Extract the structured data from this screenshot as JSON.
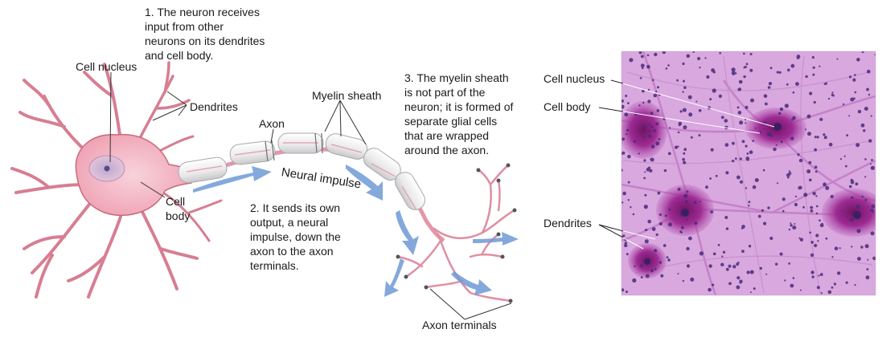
{
  "steps": {
    "step1": "1. The neuron receives\ninput from other\nneurons on its dendrites\nand cell body.",
    "step2": "2. It sends its own\noutput, a neural\nimpulse, down the\naxon to the axon\nterminals.",
    "step3": "3. The myelin sheath\nis not part of the\nneuron; it is formed of\nseparate glial cells\nthat are wrapped\naround the axon."
  },
  "labels": {
    "cell_nucleus": "Cell nucleus",
    "dendrites": "Dendrites",
    "cell_body": "Cell\nbody",
    "axon": "Axon",
    "myelin_sheath": "Myelin sheath",
    "neural_impulse": "Neural impulse",
    "axon_terminals": "Axon terminals"
  },
  "photo_labels": {
    "cell_nucleus": "Cell nucleus",
    "cell_body": "Cell body",
    "dendrites": "Dendrites"
  },
  "colors": {
    "neuron_fill": "#f3b6c2",
    "neuron_stroke": "#c56b7d",
    "myelin": "#eeeeee",
    "arrow_blue": "#6f9ad6",
    "photo_bg": "#d8a8df",
    "photo_cell": "#a32a98",
    "photo_dots": "#4a2a7a"
  }
}
